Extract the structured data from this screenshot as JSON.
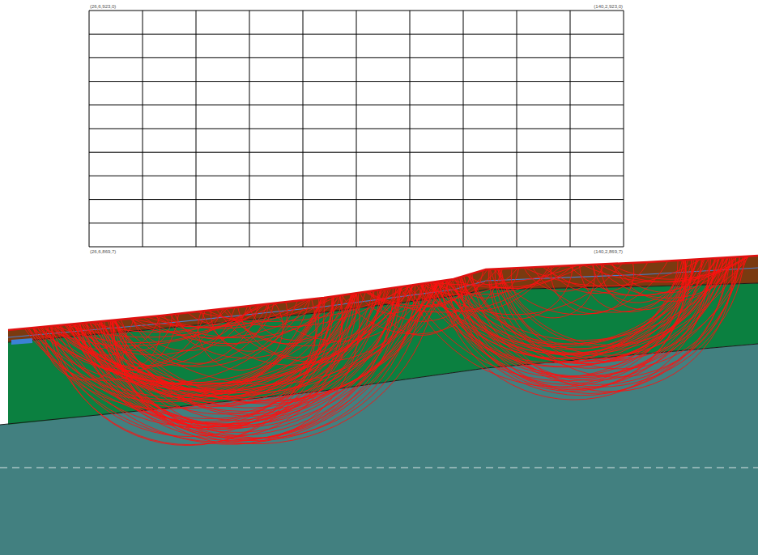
{
  "diagram": {
    "labels": [
      "(26,6,923,0)",
      "(140,2,923,0)",
      "(26,6,869,7)",
      "(140,2,869,7)"
    ]
  }
}
